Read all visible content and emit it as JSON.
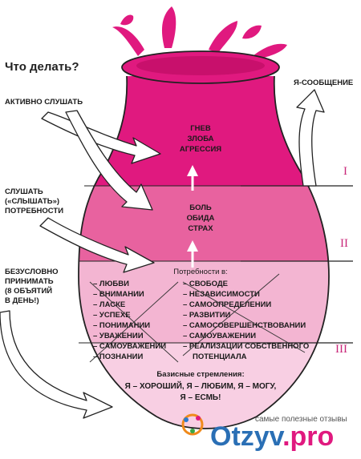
{
  "title": "Что делать?",
  "left_labels": {
    "active": "АКТИВНО СЛУШАТЬ",
    "listen": [
      "СЛУШАТЬ",
      "(«СЛЫШАТЬ»)",
      "ПОТРЕБНОСТИ"
    ],
    "accept": [
      "БЕЗУСЛОВНО",
      "ПРИНИМАТЬ",
      "(8 ОБЪЯТИЙ",
      "В ДЕНЬ!)"
    ]
  },
  "right_label": "Я-СООБЩЕНИЕ",
  "zone1": [
    "ГНЕВ",
    "ЗЛОБА",
    "АГРЕССИЯ"
  ],
  "zone2": [
    "БОЛЬ",
    "ОБИДА",
    "СТРАХ"
  ],
  "levels": [
    "I",
    "II",
    "III"
  ],
  "needs_title": "Потребности в:",
  "needs_left": [
    "– ЛЮБВИ",
    "– ВНИМАНИИ",
    "– ЛАСКЕ",
    "– УСПЕХЕ",
    "– ПОНИМАНИИ",
    "– УВАЖЕНИИ",
    "– САМОУВАЖЕНИИ",
    "– ПОЗНАНИИ"
  ],
  "needs_right": [
    "– СВОБОДЕ",
    "– НЕЗАВИСИМОСТИ",
    "– САМООПРЕДЕЛЕНИИ",
    "– РАЗВИТИИ",
    "– САМОСОВЕРШЕНСТВОВАНИИ",
    "– САМОУВАЖЕНИИ",
    "– РЕАЛИЗАЦИИ СОБСТВЕННОГО",
    "ПОТЕНЦИАЛА"
  ],
  "basic_title": "Базисные стремления:",
  "basic_lines": [
    "Я – ХОРОШИЙ, Я – ЛЮБИМ, Я – МОГУ,",
    "Я – ЕСМЬ!"
  ],
  "watermark": {
    "tagline": "самые полезные отзывы",
    "brand_a": "Otzyv",
    "brand_b": ".pro"
  },
  "colors": {
    "magenta": "#e0197f",
    "mid_pink": "#e8629f",
    "light_pink": "#f3b5d2",
    "pale_pink": "#f8cfe3"
  }
}
